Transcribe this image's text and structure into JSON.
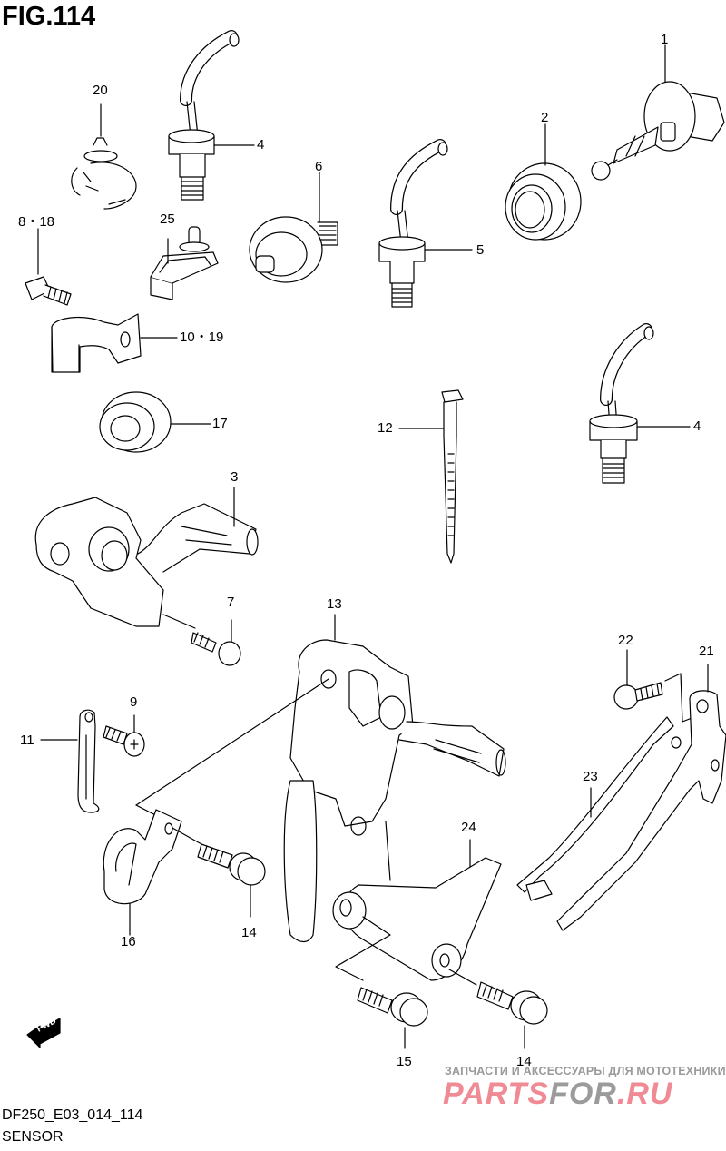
{
  "figure": {
    "title": "FIG.114",
    "code": "DF250_E03_014_114",
    "name": "SENSOR"
  },
  "direction_marker": {
    "label": "FWD",
    "icon": "forward-arrow-icon"
  },
  "callouts": [
    {
      "id": "1",
      "label": "1",
      "part": "sensor-with-connector"
    },
    {
      "id": "2",
      "label": "2",
      "part": "grommet"
    },
    {
      "id": "3",
      "label": "3",
      "part": "sensor-lever-assembly"
    },
    {
      "id": "4a",
      "label": "4",
      "part": "temperature-sensor"
    },
    {
      "id": "4b",
      "label": "4",
      "part": "temperature-sensor"
    },
    {
      "id": "5",
      "label": "5",
      "part": "sensor"
    },
    {
      "id": "6",
      "label": "6",
      "part": "pressure-switch"
    },
    {
      "id": "7",
      "label": "7",
      "part": "bolt"
    },
    {
      "id": "8-18",
      "label": "8・18",
      "part": "bolt"
    },
    {
      "id": "9",
      "label": "9",
      "part": "screw"
    },
    {
      "id": "10-19",
      "label": "10・19",
      "part": "clamp"
    },
    {
      "id": "11",
      "label": "11",
      "part": "plate"
    },
    {
      "id": "12",
      "label": "12",
      "part": "cable-tie"
    },
    {
      "id": "13",
      "label": "13",
      "part": "sensor-assembly"
    },
    {
      "id": "14a",
      "label": "14",
      "part": "bolt"
    },
    {
      "id": "14b",
      "label": "14",
      "part": "bolt"
    },
    {
      "id": "15",
      "label": "15",
      "part": "bolt"
    },
    {
      "id": "16",
      "label": "16",
      "part": "clamp"
    },
    {
      "id": "17",
      "label": "17",
      "part": "grommet"
    },
    {
      "id": "20",
      "label": "20",
      "part": "clip"
    },
    {
      "id": "21",
      "label": "21",
      "part": "bracket"
    },
    {
      "id": "22",
      "label": "22",
      "part": "bolt"
    },
    {
      "id": "23",
      "label": "23",
      "part": "lever"
    },
    {
      "id": "24",
      "label": "24",
      "part": "bracket"
    },
    {
      "id": "25",
      "label": "25",
      "part": "clamp"
    }
  ],
  "watermark": {
    "subtitle": "ЗАПЧАСТИ И АКСЕССУАРЫ ДЛЯ МОТОТЕХНИКИ",
    "brand_part1": "PARTS",
    "brand_part2": "FOR",
    "brand_part3": ".RU",
    "colors": {
      "pink": "#f08a95",
      "grey": "#9b9b9b"
    }
  }
}
